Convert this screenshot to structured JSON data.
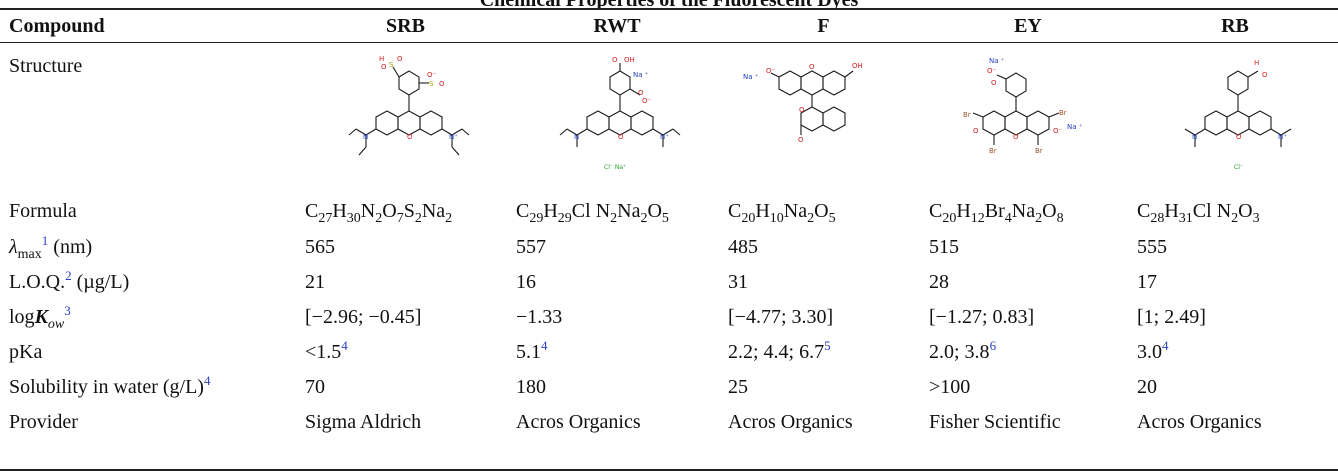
{
  "caption": "Chemical Properties of the Fluorescent Dyes",
  "header": {
    "compound": "Compound",
    "cols": [
      "SRB",
      "RWT",
      "F",
      "EY",
      "RB"
    ]
  },
  "labels": {
    "structure": "Structure",
    "formula": "Formula",
    "lambda_sym": "λ",
    "lambda_sub": "max",
    "lambda_fn": "1",
    "lambda_unit": " (nm)",
    "loq": "L.O.Q.",
    "loq_fn": "2",
    "loq_unit": " (µg/L)",
    "logk_log": "log",
    "logk_k": "K",
    "logk_sub": "ow",
    "logk_fn": "3",
    "pka": "pKa",
    "solubility": "Solubility in water (g/L)",
    "solubility_fn": "4",
    "provider": "Provider"
  },
  "formulas": [
    [
      [
        "C",
        "27"
      ],
      [
        "H",
        "30"
      ],
      [
        "N",
        "2"
      ],
      [
        "O",
        "7"
      ],
      [
        "S",
        "2"
      ],
      [
        "Na",
        "2"
      ]
    ],
    [
      [
        "C",
        "29"
      ],
      [
        "H",
        "29"
      ],
      [
        "Cl N",
        "2"
      ],
      [
        "Na",
        "2"
      ],
      [
        "O",
        "5"
      ]
    ],
    [
      [
        "C",
        "20"
      ],
      [
        "H",
        "10"
      ],
      [
        "Na",
        "2"
      ],
      [
        "O",
        "5"
      ]
    ],
    [
      [
        "C",
        "20"
      ],
      [
        "H",
        "12"
      ],
      [
        "Br",
        "4"
      ],
      [
        "Na",
        "2"
      ],
      [
        "O",
        "8"
      ]
    ],
    [
      [
        "C",
        "28"
      ],
      [
        "H",
        "31"
      ],
      [
        "Cl N",
        "2"
      ],
      [
        "O",
        "3"
      ]
    ]
  ],
  "lambda_max": [
    "565",
    "557",
    "485",
    "515",
    "555"
  ],
  "loq": [
    "21",
    "16",
    "31",
    "28",
    "17"
  ],
  "logkow": [
    "[−2.96; −0.45]",
    "−1.33",
    "[−4.77; 3.30]",
    "[−1.27; 0.83]",
    "[1; 2.49]"
  ],
  "pka": [
    {
      "v": "<1.5",
      "fn": "4"
    },
    {
      "v": "5.1",
      "fn": "4"
    },
    {
      "v": "2.2; 4.4; 6.7",
      "fn": "5"
    },
    {
      "v": "2.0; 3.8",
      "fn": "6"
    },
    {
      "v": "3.0",
      "fn": "4"
    }
  ],
  "solubility": [
    "70",
    "180",
    "25",
    ">100",
    "20"
  ],
  "provider": [
    "Sigma Aldrich",
    "Acros Organics",
    "Acros Organics",
    "Fisher Scientific",
    "Acros Organics"
  ],
  "structure_labels": {
    "o": "O",
    "o_minus": "O⁻",
    "oh": "OH",
    "h": "H",
    "s": "S",
    "n": "N",
    "n_plus": "N⁺",
    "na_plus": "Na ⁺",
    "br": "Br",
    "cl_na": "Cl⁻  Na⁺",
    "cl": "Cl⁻"
  },
  "colors": {
    "footnote": "#2a3fbf",
    "oxygen": "#d62020",
    "nitrogen": "#2040c0",
    "sulfur": "#b0a000",
    "bromine": "#a0522d",
    "chloride": "#20a020"
  }
}
